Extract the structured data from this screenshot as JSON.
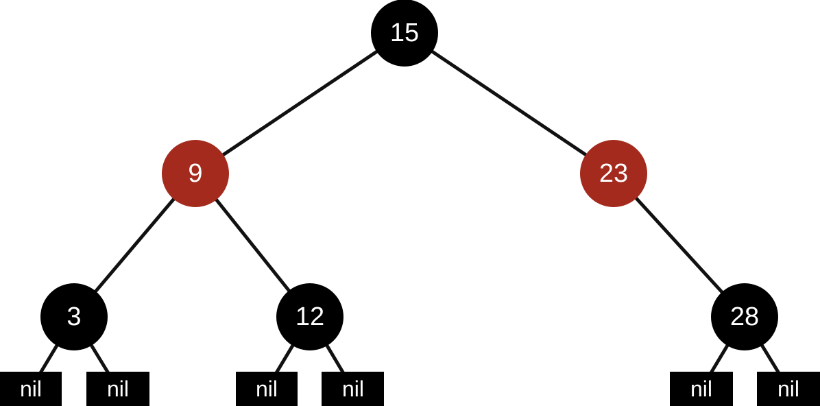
{
  "tree": {
    "colors": {
      "black": "#000000",
      "red": "#a32a1c",
      "edge": "#111111",
      "label": "#ffffff"
    },
    "nodes": {
      "n15": {
        "label": "15",
        "color": "black"
      },
      "n9": {
        "label": "9",
        "color": "red"
      },
      "n23": {
        "label": "23",
        "color": "red"
      },
      "n3": {
        "label": "3",
        "color": "black"
      },
      "n12": {
        "label": "12",
        "color": "black"
      },
      "n28": {
        "label": "28",
        "color": "black"
      }
    },
    "leaves": {
      "nil1": {
        "label": "nil"
      },
      "nil2": {
        "label": "nil"
      },
      "nil3": {
        "label": "nil"
      },
      "nil4": {
        "label": "nil"
      },
      "nil5": {
        "label": "nil"
      },
      "nil6": {
        "label": "nil"
      }
    },
    "edges": [
      [
        "n15",
        "n9"
      ],
      [
        "n15",
        "n23"
      ],
      [
        "n9",
        "n3"
      ],
      [
        "n9",
        "n12"
      ],
      [
        "n23",
        "n28"
      ],
      [
        "n3",
        "nil1"
      ],
      [
        "n3",
        "nil2"
      ],
      [
        "n12",
        "nil3"
      ],
      [
        "n12",
        "nil4"
      ],
      [
        "n28",
        "nil5"
      ],
      [
        "n28",
        "nil6"
      ]
    ]
  }
}
